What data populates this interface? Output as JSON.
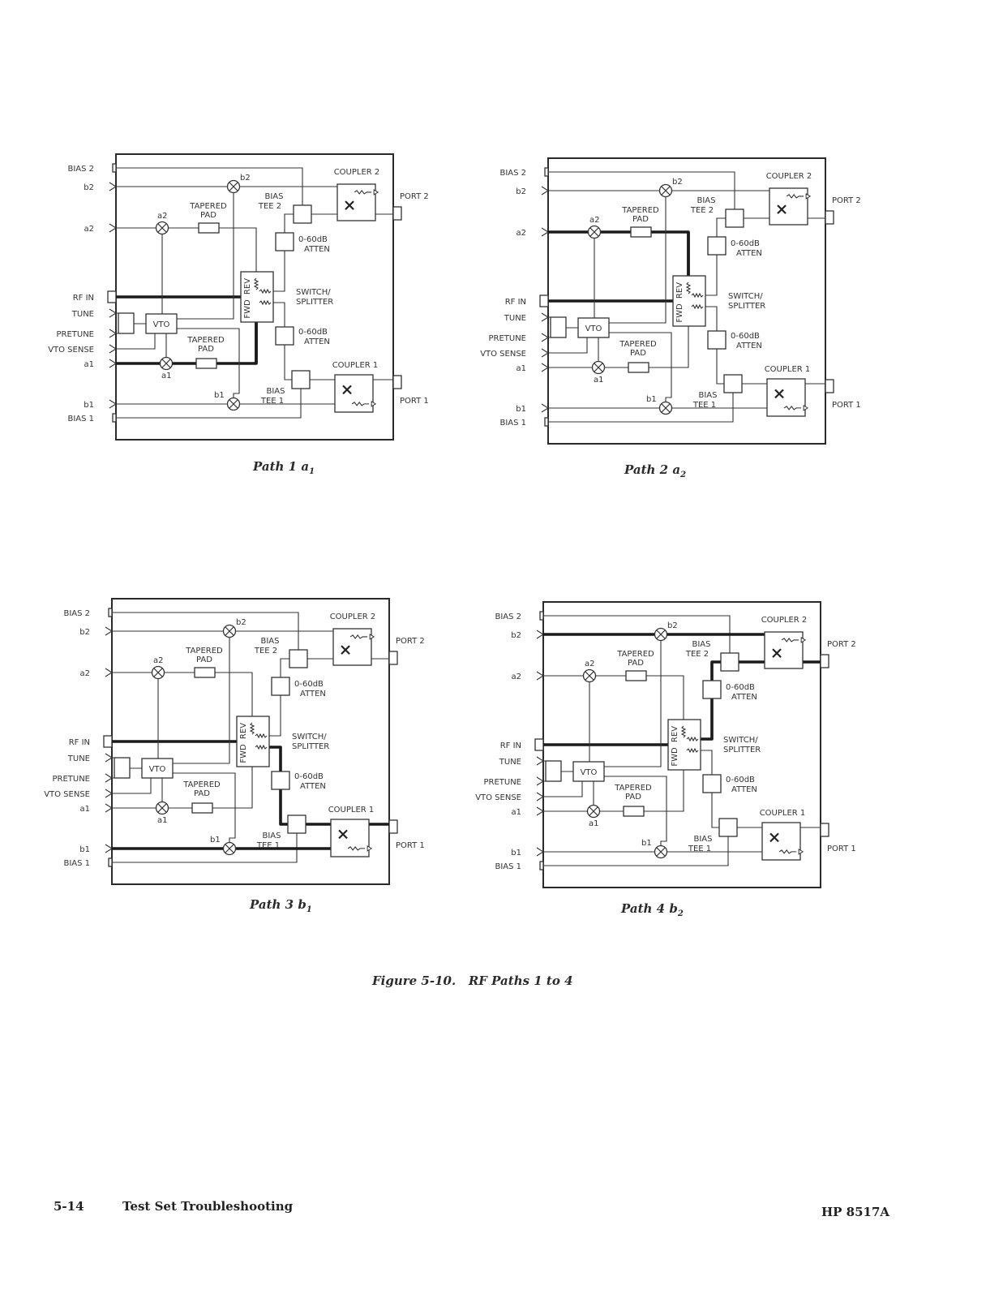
{
  "figure": {
    "title": "Figure 5-10.   RF Paths 1 to 4"
  },
  "footer": {
    "page_number": "5-14",
    "section": "Test Set Troubleshooting",
    "model": "HP 8517A"
  },
  "labels": {
    "left_ports": [
      "BIAS 2",
      "b2",
      "a2",
      "RF IN",
      "TUNE",
      "PRETUNE",
      "VTO SENSE",
      "a1",
      "b1",
      "BIAS 1"
    ],
    "right_ports": [
      "PORT 2",
      "PORT 1"
    ],
    "coupler2": "COUPLER 2",
    "coupler1": "COUPLER 1",
    "bias_tee2": [
      "BIAS",
      "TEE 2"
    ],
    "bias_tee1": [
      "BIAS",
      "TEE 1"
    ],
    "tapered_pad": [
      "TAPERED",
      "PAD"
    ],
    "atten": [
      "0-60dB",
      "ATTEN"
    ],
    "switch": [
      "SWITCH/",
      "SPLITTER"
    ],
    "vto": "VTO",
    "mixer_b2": "b2",
    "mixer_a2": "a2",
    "mixer_a1": "a1",
    "mixer_b1": "b1",
    "fwd": "FWD",
    "rev": "REV"
  },
  "paths": [
    {
      "id": "path1",
      "caption": "Path 1",
      "sub_var": "a",
      "sub_idx": "1",
      "highlight": "a1"
    },
    {
      "id": "path2",
      "caption": "Path 2",
      "sub_var": "a",
      "sub_idx": "2",
      "highlight": "a2"
    },
    {
      "id": "path3",
      "caption": "Path 3",
      "sub_var": "b",
      "sub_idx": "1",
      "highlight": "b1"
    },
    {
      "id": "path4",
      "caption": "Path 4",
      "sub_var": "b",
      "sub_idx": "2",
      "highlight": "b2"
    }
  ]
}
